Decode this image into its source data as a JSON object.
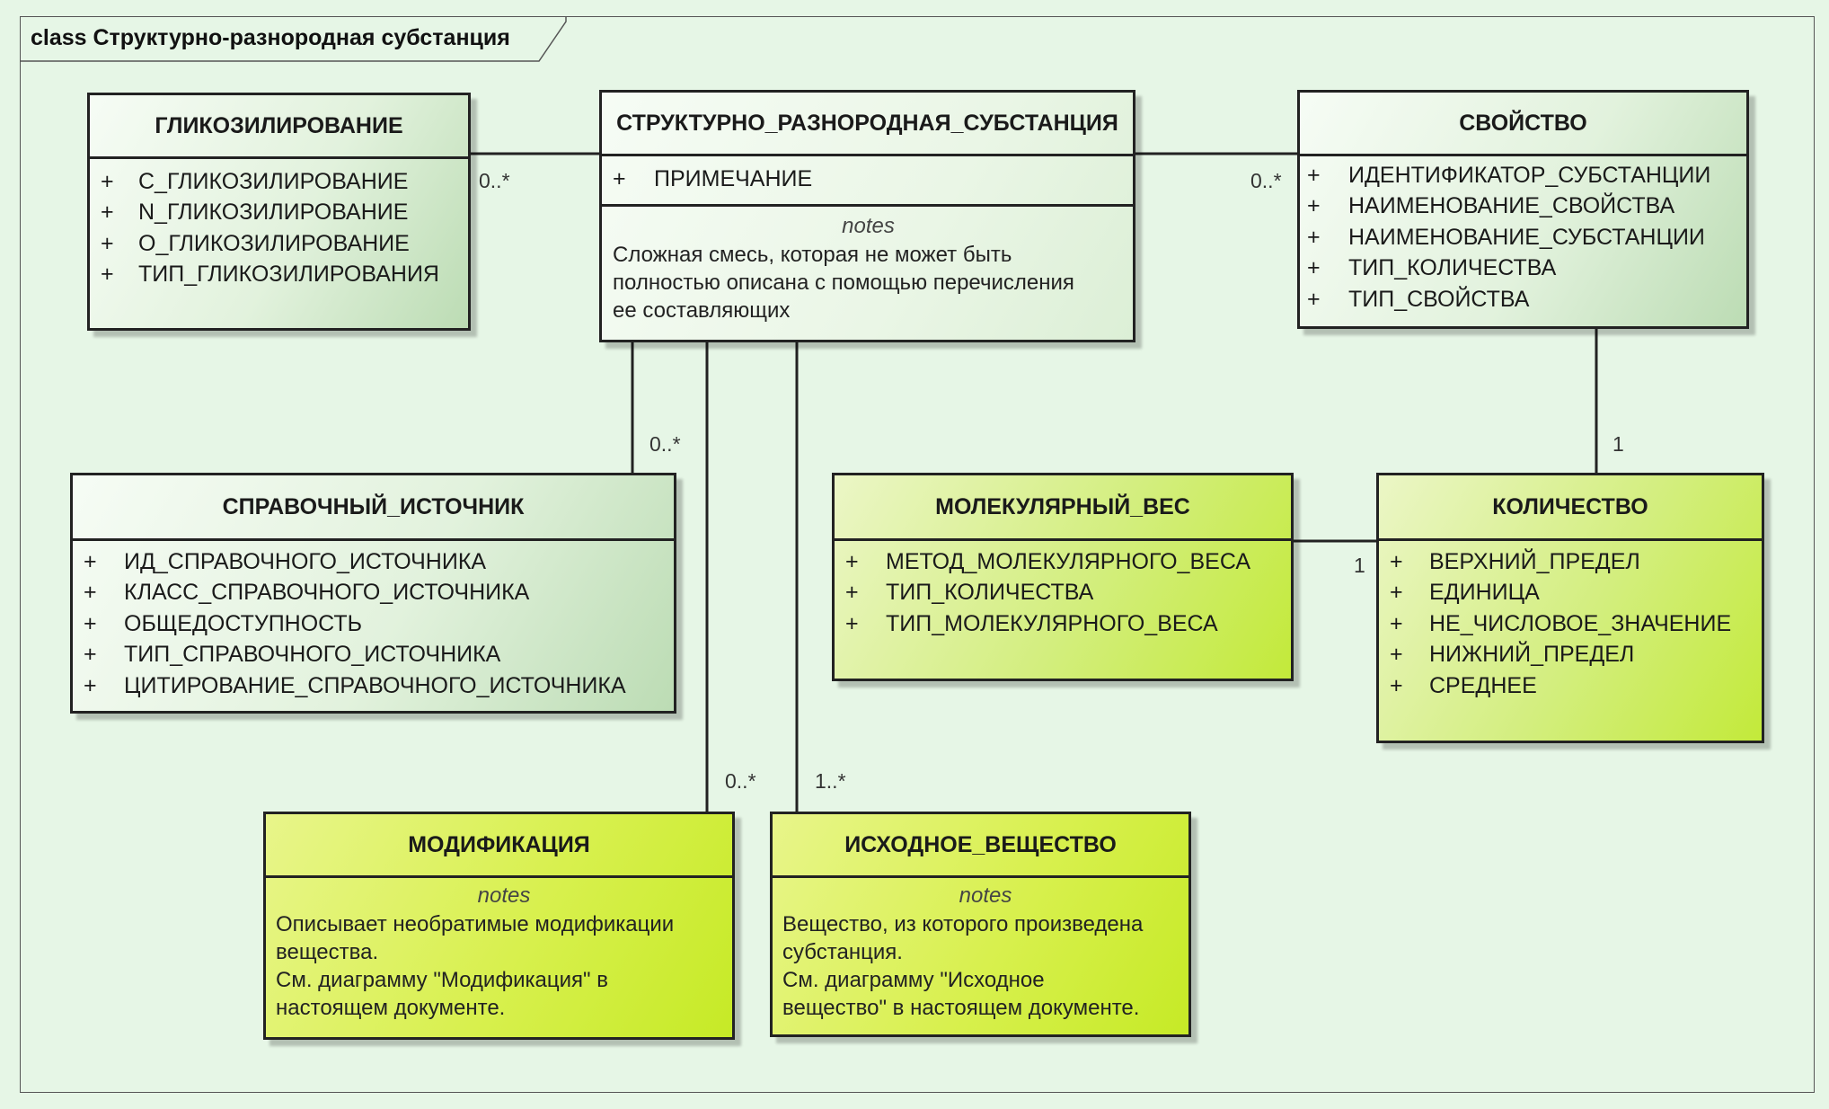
{
  "diagram": {
    "title": "class Структурно-разнородная субстанция"
  },
  "classes": {
    "glyco": {
      "name": "ГЛИКОЗИЛИРОВАНИЕ",
      "attributes": [
        "С_ГЛИКОЗИЛИРОВАНИЕ",
        "N_ГЛИКОЗИЛИРОВАНИЕ",
        "О_ГЛИКОЗИЛИРОВАНИЕ",
        "ТИП_ГЛИКОЗИЛИРОВАНИЯ"
      ]
    },
    "ssc": {
      "name": "СТРУКТУРНО_РАЗНОРОДНАЯ_СУБСТАНЦИЯ",
      "attributes": [
        "ПРИМЕЧАНИЕ"
      ],
      "notes_label": "notes",
      "notes": [
        "Сложная смесь, которая не может быть",
        "полностью описана с помощью перечисления",
        "ее составляющих"
      ]
    },
    "prop": {
      "name": "СВОЙСТВО",
      "attributes": [
        "ИДЕНТИФИКАТОР_СУБСТАНЦИИ",
        "НАИМЕНОВАНИЕ_СВОЙСТВА",
        "НАИМЕНОВАНИЕ_СУБСТАНЦИИ",
        "ТИП_КОЛИЧЕСТВА",
        "ТИП_СВОЙСТВА"
      ]
    },
    "ref": {
      "name": "СПРАВОЧНЫЙ_ИСТОЧНИК",
      "attributes": [
        "ИД_СПРАВОЧНОГО_ИСТОЧНИКА",
        "КЛАСС_СПРАВОЧНОГО_ИСТОЧНИКА",
        "ОБЩЕДОСТУПНОСТЬ",
        "ТИП_СПРАВОЧНОГО_ИСТОЧНИКА",
        "ЦИТИРОВАНИЕ_СПРАВОЧНОГО_ИСТОЧНИКА"
      ]
    },
    "mw": {
      "name": "МОЛЕКУЛЯРНЫЙ_ВЕС",
      "attributes": [
        "МЕТОД_МОЛЕКУЛЯРНОГО_ВЕСА",
        "ТИП_КОЛИЧЕСТВА",
        "ТИП_МОЛЕКУЛЯРНОГО_ВЕСА"
      ]
    },
    "qty": {
      "name": "КОЛИЧЕСТВО",
      "attributes": [
        "ВЕРХНИЙ_ПРЕДЕЛ",
        "ЕДИНИЦА",
        "НЕ_ЧИСЛОВОЕ_ЗНАЧЕНИЕ",
        "НИЖНИЙ_ПРЕДЕЛ",
        "СРЕДНЕЕ"
      ]
    },
    "mod": {
      "name": "МОДИФИКАЦИЯ",
      "notes_label": "notes",
      "notes": [
        "Описывает необратимые модификации",
        "вещества.",
        "См. диаграмму \"Модификация\" в",
        "настоящем документе."
      ]
    },
    "src": {
      "name": "ИСХОДНОЕ_ВЕЩЕСТВО",
      "notes_label": "notes",
      "notes": [
        "Вещество, из которого произведена",
        "субстанция.",
        "См. диаграмму \"Исходное",
        "вещество\" в настоящем документе."
      ]
    }
  },
  "multiplicities": {
    "glyco": "0..*",
    "prop": "0..*",
    "ref": "0..*",
    "mod": "0..*",
    "src": "1..*",
    "qty_prop": "1",
    "qty_mw": "1"
  }
}
